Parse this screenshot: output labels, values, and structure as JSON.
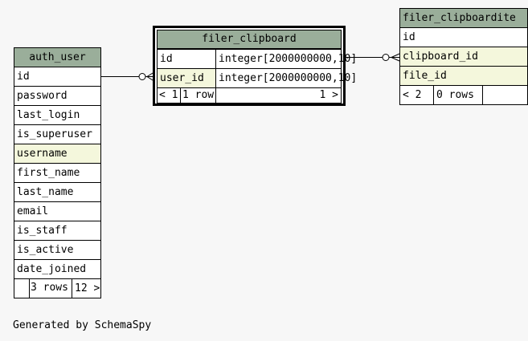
{
  "footer_text": "Generated by SchemaSpy",
  "tables": {
    "auth_user": {
      "name": "auth_user",
      "columns": [
        "id",
        "password",
        "last_login",
        "is_superuser",
        "username",
        "first_name",
        "last_name",
        "email",
        "is_staff",
        "is_active",
        "date_joined"
      ],
      "highlighted_column": "username",
      "footer": {
        "left": "",
        "mid": "3 rows",
        "right": "12 >"
      }
    },
    "filer_clipboard": {
      "name": "filer_clipboard",
      "rows": [
        {
          "name": "id",
          "type": "integer[2000000000,10]"
        },
        {
          "name": "user_id",
          "type": "integer[2000000000,10]"
        }
      ],
      "footer": {
        "left": "< 1",
        "mid": "1 row",
        "right": "1 >"
      }
    },
    "filer_clipboarditem": {
      "name": "filer_clipboardite",
      "columns": [
        "id",
        "clipboard_id",
        "file_id"
      ],
      "footer": {
        "left": "< 2",
        "mid": "0 rows",
        "right": ""
      }
    }
  },
  "colors": {
    "header": "#9aae9a",
    "fk_cell": "#f4f7dc",
    "background": "#f7f7f7"
  }
}
